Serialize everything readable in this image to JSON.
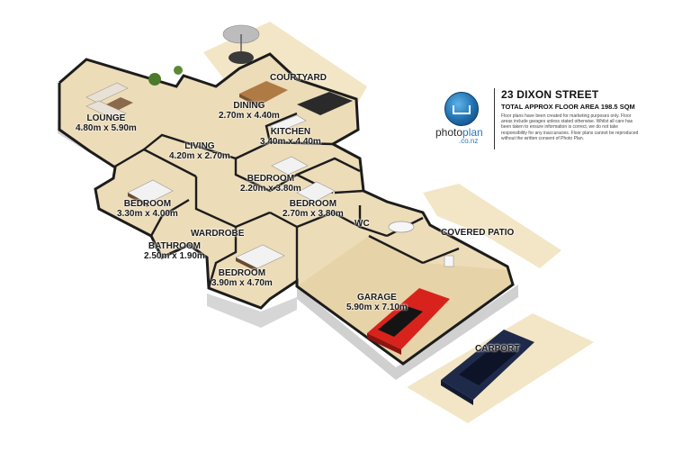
{
  "header": {
    "address": "23 DIXON STREET",
    "floor_area": "TOTAL APPROX FLOOR AREA 198.5 SQM",
    "disclaimer": "Floor plans have been created for marketing purposes only. Floor areas include garages unless stated otherwise. Whilst all care has been taken to ensure information is correct, we do not take responsibility for any inaccuracies. Floor plans cannot be reproduced without the written consent of Photo Plan."
  },
  "brand": {
    "name_part1": "photo",
    "name_part2": "plan",
    "domain": ".co.nz",
    "logo_icon": "photoplan-logo-icon",
    "accent_color": "#2a78b8"
  },
  "rooms": [
    {
      "name": "COURTYARD",
      "dims": ""
    },
    {
      "name": "DINING",
      "dims": "2.70m x 4.40m"
    },
    {
      "name": "LOUNGE",
      "dims": "4.80m x 5.90m"
    },
    {
      "name": "KITCHEN",
      "dims": "3.40m x 4.40m"
    },
    {
      "name": "LIVING",
      "dims": "4.20m x 2.70m"
    },
    {
      "name": "BEDROOM",
      "dims": "2.20m x 3.80m"
    },
    {
      "name": "BEDROOM",
      "dims": "3.30m x 4.00m"
    },
    {
      "name": "BEDROOM",
      "dims": "2.70m x 3.80m"
    },
    {
      "name": "WC",
      "dims": ""
    },
    {
      "name": "WARDROBE",
      "dims": ""
    },
    {
      "name": "BATHROOM",
      "dims": "2.50m x 1.90m"
    },
    {
      "name": "COVERED PATIO",
      "dims": ""
    },
    {
      "name": "BEDROOM",
      "dims": "3.90m x 4.70m"
    },
    {
      "name": "GARAGE",
      "dims": "5.90m x 7.10m"
    },
    {
      "name": "CARPORT",
      "dims": ""
    }
  ],
  "colors": {
    "floor": "#ecdcb8",
    "outdoor": "#f3e6c6",
    "wall_top": "#1c1c1c",
    "wall_side": "#d9d9d9",
    "garage_car": "#d8231c",
    "carport_car": "#1f2a4a"
  }
}
